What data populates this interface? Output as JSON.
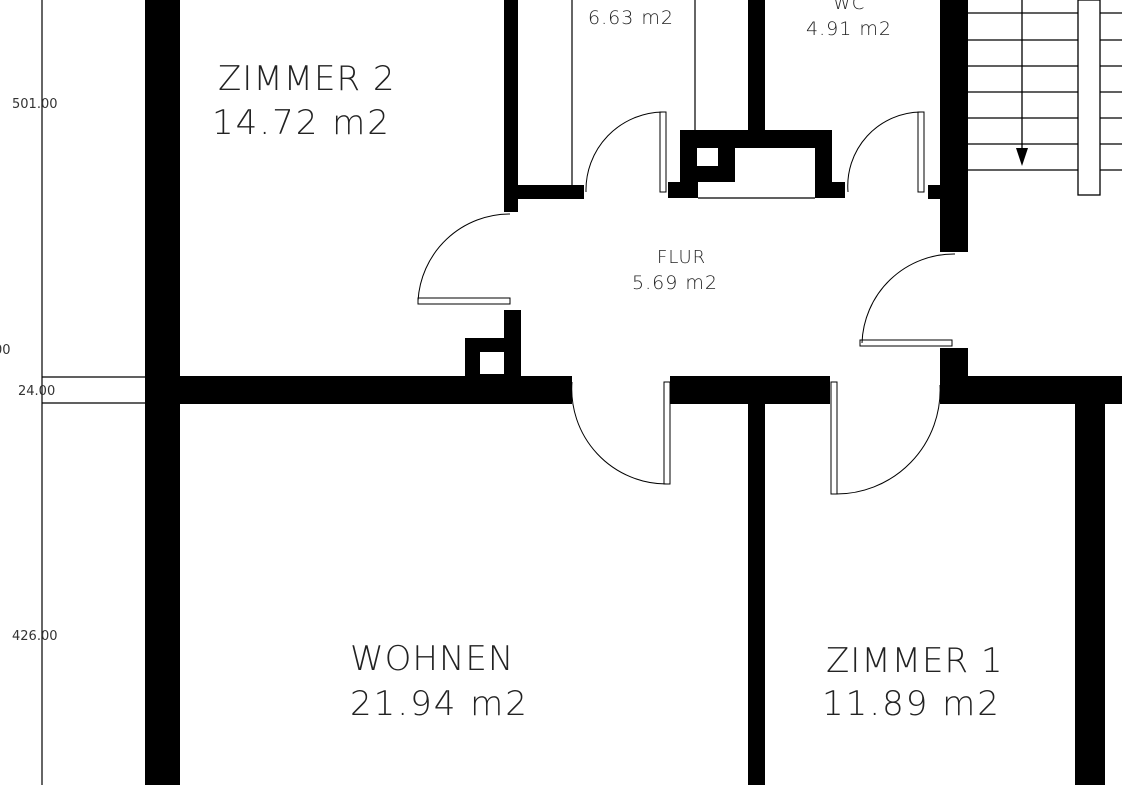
{
  "rooms": {
    "zimmer2": {
      "name": "ZIMMER 2",
      "area": "14.72 m2"
    },
    "kueche": {
      "area": "6.63 m2"
    },
    "wc": {
      "name": "WC",
      "area": "4.91 m2"
    },
    "flur": {
      "name": "FLUR",
      "area": "5.69 m2"
    },
    "wohnen": {
      "name": "WOHNEN",
      "area": "21.94 m2"
    },
    "zimmer1": {
      "name": "ZIMMER 1",
      "area": "11.89 m2"
    }
  },
  "dimensions": {
    "d501": "501.00",
    "d24": "24.00",
    "d426": "426.00"
  }
}
